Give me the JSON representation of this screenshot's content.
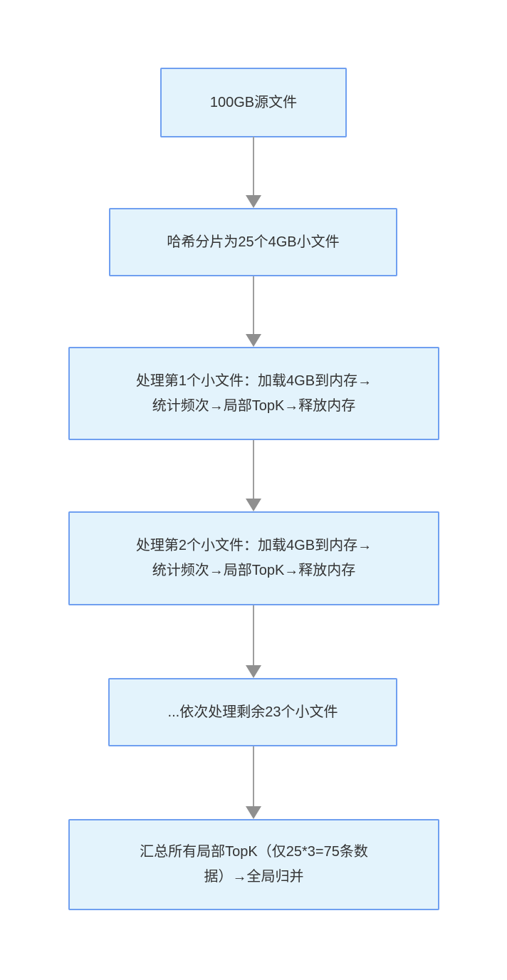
{
  "flowchart": {
    "type": "flowchart",
    "direction": "top-down",
    "nodes": [
      {
        "id": "source-file",
        "label": "100GB源文件"
      },
      {
        "id": "hash-shard",
        "label": "哈希分片为25个4GB小文件"
      },
      {
        "id": "process-file-1",
        "label": "处理第1个小文件：加载4GB到内存→\n统计频次→局部TopK→释放内存"
      },
      {
        "id": "process-file-2",
        "label": "处理第2个小文件：加载4GB到内存→\n统计频次→局部TopK→释放内存"
      },
      {
        "id": "process-rest",
        "label": "...依次处理剩余23个小文件"
      },
      {
        "id": "global-merge",
        "label": "汇总所有局部TopK（仅25*3=75条数\n据）→全局归并"
      }
    ],
    "edges": [
      {
        "from": "source-file",
        "to": "hash-shard"
      },
      {
        "from": "hash-shard",
        "to": "process-file-1"
      },
      {
        "from": "process-file-1",
        "to": "process-file-2"
      },
      {
        "from": "process-file-2",
        "to": "process-rest"
      },
      {
        "from": "process-rest",
        "to": "global-merge"
      }
    ],
    "colors": {
      "node_fill": "#e3f3fc",
      "node_border": "#6f9ff0",
      "node_text": "#333333",
      "arrow_shaft": "#9e9e9e",
      "arrow_head": "#8f8f8f",
      "background": "#ffffff"
    }
  }
}
